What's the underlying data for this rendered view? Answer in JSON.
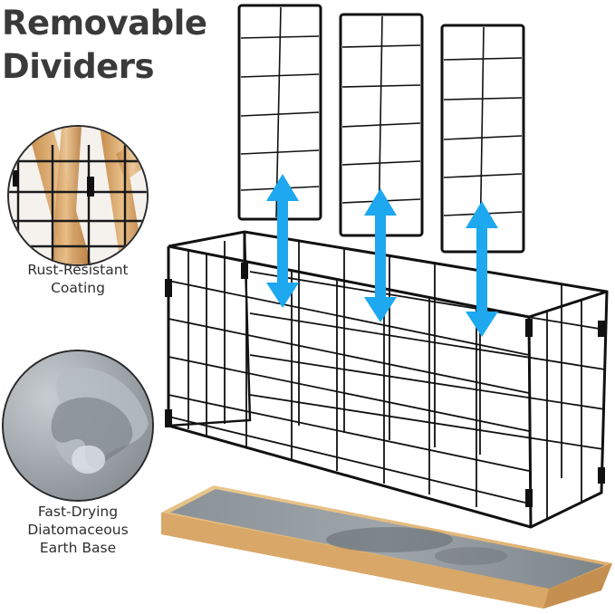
{
  "title": {
    "line1": "Removable",
    "line2": "Dividers"
  },
  "features": [
    {
      "line1": "Rust-Resistant",
      "line2": "Coating",
      "icon": "rust-resistant-coating-closeup"
    },
    {
      "line1": "Fast-Drying",
      "line2": "Diatomaceous",
      "line3": "Earth Base",
      "icon": "diatomaceous-earth-closeup"
    }
  ],
  "colors": {
    "wire": "#111111",
    "arrow": "#1ea8f0",
    "bamboo": "#e2b97a",
    "stone": "#8c949a",
    "text": "#3a3a3a"
  }
}
